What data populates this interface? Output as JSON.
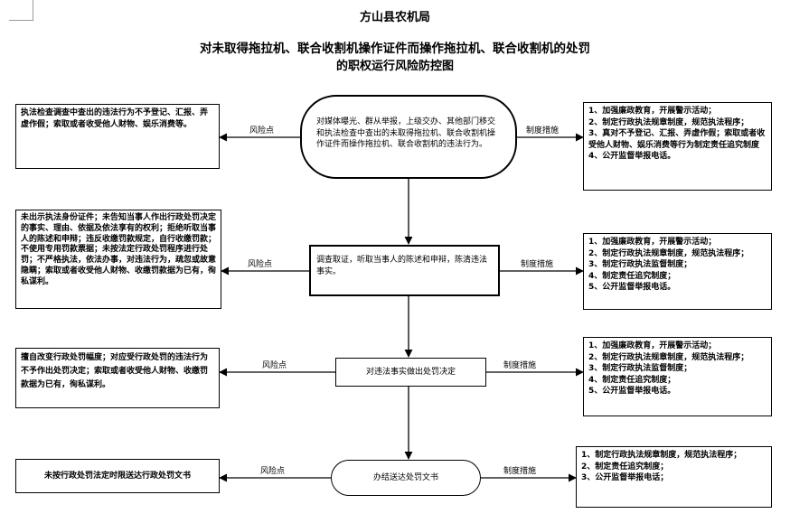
{
  "title": {
    "line1": "方山县农机局",
    "line2": "对未取得拖拉机、联合收割机操作证件而操作拖拉机、联合收割机的处罚",
    "line3": "的职权运行风险防控图"
  },
  "labels": {
    "risk": "风险点",
    "measure": "制度措施"
  },
  "steps": [
    {
      "text": "对媒体曝光、群从举报，上级交办、其他部门移交和执法检查中查出的未取得拖拉机、联合收割机操作证件而操作拖拉机、联合收割机的违法行为。",
      "risk": "执法检查调查中查出的违法行为不予登记、汇报、弄虚作假；索取或者收受他人财物、娱乐消费等。",
      "measure": "1、加强廉政教育，开展警示活动；\n2、制定行政执法规章制度，规范执法程序；\n3、真对不予登记、汇报、弄虚作假；索取或者收受他人财物、娱乐消费等行为制定责任追究制度\n4、公开监督举报电话。"
    },
    {
      "text": "调查取证，听取当事人的陈述和申辩，陈清违法事实。",
      "risk": "未出示执法身份证件；未告知当事人作出行政处罚决定的事实、理由、依据及依法享有的权利；拒绝听取当事人的陈述和申辩；违反收缴罚款规定，自行收缴罚款；不使用专用罚款票据；未按法定行政处罚程序进行处罚；不严格执法，依法办事，对违法行为，疏忽或故意隐瞒；索取或者收受他人财物、收缴罚款据为已有，徇私谋利。",
      "measure": "1、加强廉政教育，开展警示活动；\n2、制定行政执法规章制度，规范执法程序；\n3、制定行政执法监督制度；\n4、制定责任追究制度；\n5、公开监督举报电话。"
    },
    {
      "text": "对违法事实做出处罚决定",
      "risk": "擅自改变行政处罚幅度；对应受行政处罚的违法行为不予作出处罚决定；索取或者收受他人财物、收缴罚款据为已有，徇私谋利。",
      "measure": "1、加强廉政教育，开展警示活动；\n2、制定行政执法规章制度，规范执法程序；\n3、制定行政执法监督制度；\n4、制定责任追究制度；\n5、公开监督举报电话。"
    },
    {
      "text": "办结送达处罚文书",
      "risk": "未按行政处罚法定时限送达行政处罚文书",
      "measure": "1、制定行政执法规章制度，规范执法程序；\n2、制定责任追究制度；\n3、公开监督举报电话；"
    }
  ]
}
